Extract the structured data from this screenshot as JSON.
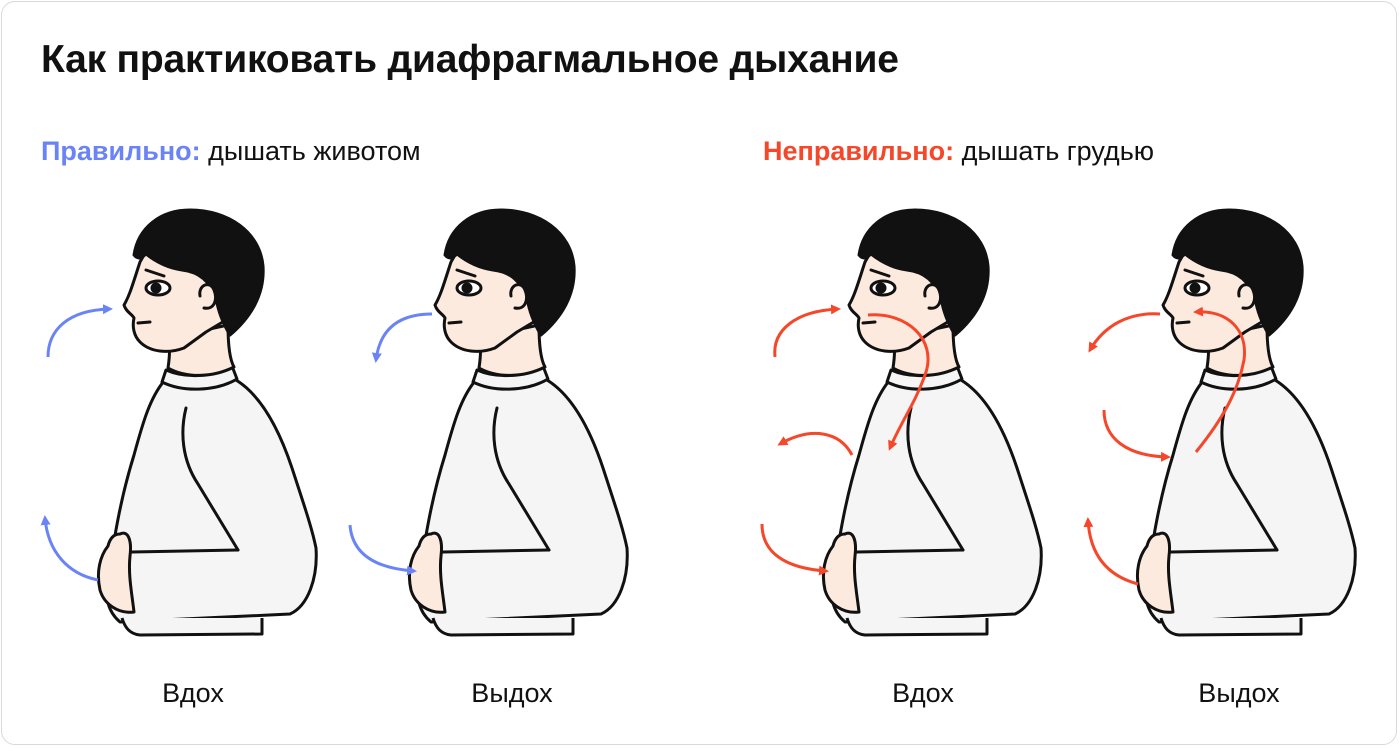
{
  "title": "Как практиковать диафрагмальное дыхание",
  "correct": {
    "label": "Правильно:",
    "text": "дышать животом",
    "color": "#6b84f5"
  },
  "incorrect": {
    "label": "Неправильно:",
    "text": "дышать грудью",
    "color": "#f5472a"
  },
  "captions": [
    "Вдох",
    "Выдох",
    "Вдох",
    "Выдох"
  ],
  "colors": {
    "skin": "#fdeadf",
    "shirt": "#f5f5f5",
    "hair": "#111111",
    "outline": "#111111"
  }
}
